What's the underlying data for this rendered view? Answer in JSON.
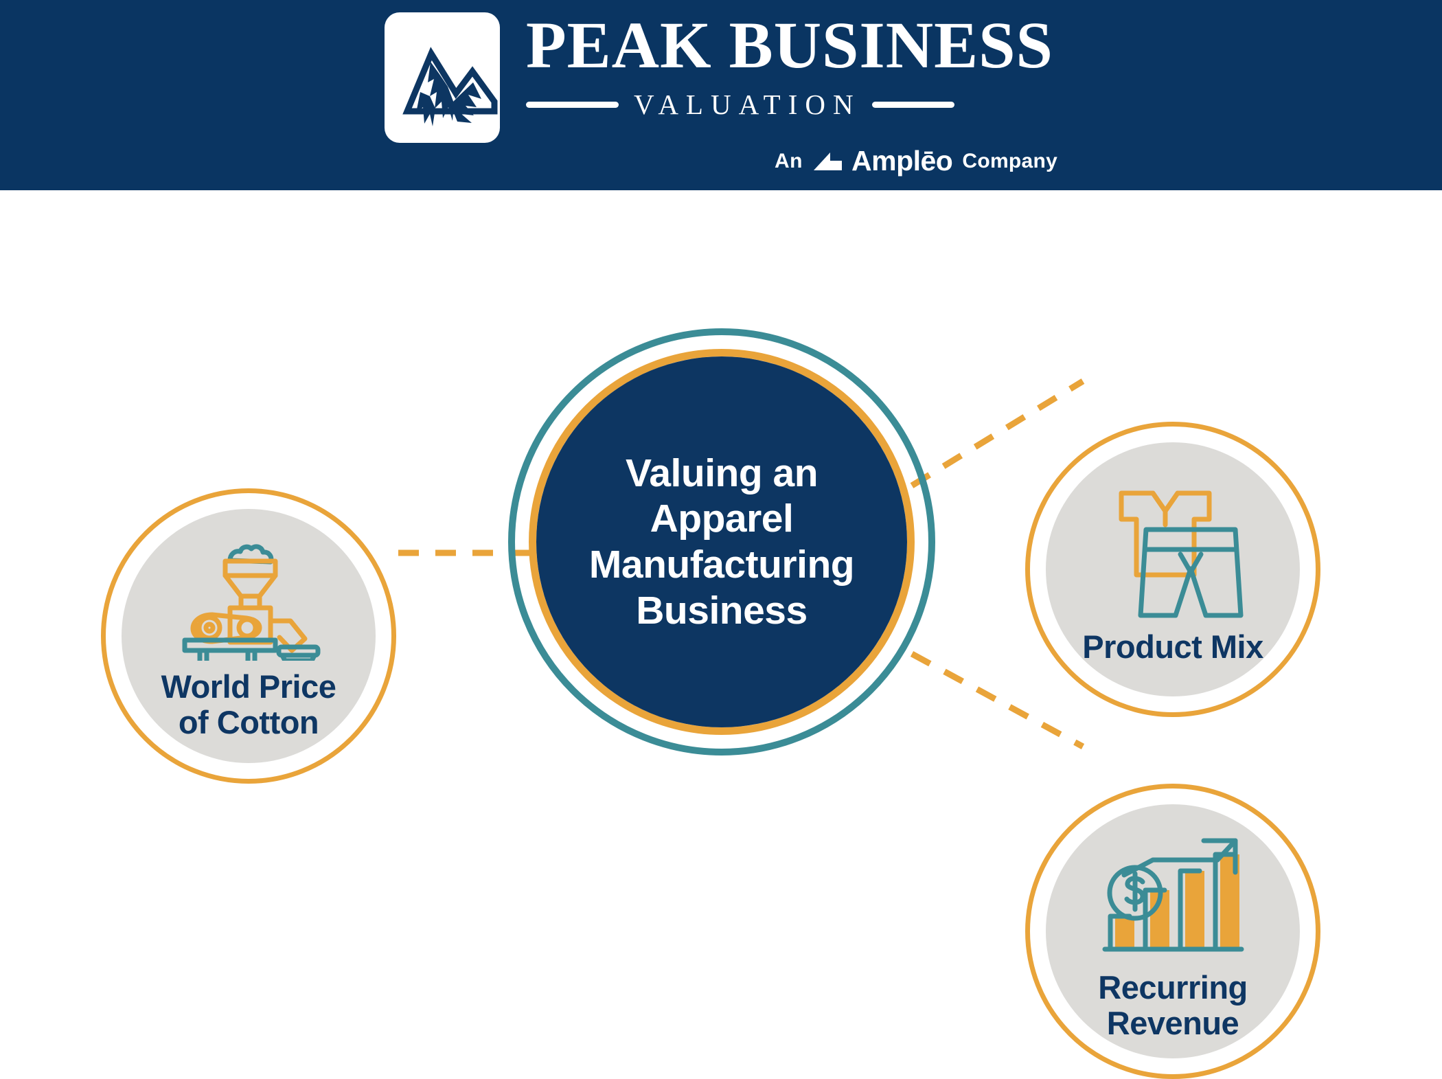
{
  "header": {
    "logo_icon": "mountain-peak-icon",
    "brand_main": "PEAK BUSINESS",
    "brand_sub": "VALUATION",
    "tagline_prefix": "An",
    "tagline_brand": "Amplēo",
    "tagline_suffix": "Company",
    "tagline_icon": "ampleo-mark-icon",
    "background_color": "#0a3562"
  },
  "diagram": {
    "center": {
      "title": "Valuing an Apparel Manufacturing Business",
      "title_lines": [
        "Valuing an",
        "Apparel",
        "Manufacturing",
        "Business"
      ],
      "fill_color": "#0d3662",
      "inner_ring_color": "#e9a43a",
      "outer_ring_color": "#3b8c96",
      "text_color": "#ffffff"
    },
    "connector": {
      "style": "dashed",
      "color": "#e9a43a"
    },
    "nodes": [
      {
        "id": "world-price-of-cotton",
        "label": "World Price of Cotton",
        "label_lines": [
          "World Price",
          "of Cotton"
        ],
        "icon": "cotton-gin-icon",
        "ring_color": "#e9a43a",
        "fill_color": "#dcdbd8",
        "text_color": "#0e3663",
        "position": "left"
      },
      {
        "id": "product-mix",
        "label": "Product Mix",
        "label_lines": [
          "Product Mix"
        ],
        "icon": "tshirt-and-shorts-icon",
        "ring_color": "#e9a43a",
        "fill_color": "#dcdbd8",
        "text_color": "#0e3663",
        "position": "top-right"
      },
      {
        "id": "recurring-revenue",
        "label": "Recurring Revenue",
        "label_lines": [
          "Recurring",
          "Revenue"
        ],
        "icon": "growth-chart-dollar-icon",
        "ring_color": "#e9a43a",
        "fill_color": "#dcdbd8",
        "text_color": "#0e3663",
        "position": "bottom-right"
      }
    ]
  }
}
